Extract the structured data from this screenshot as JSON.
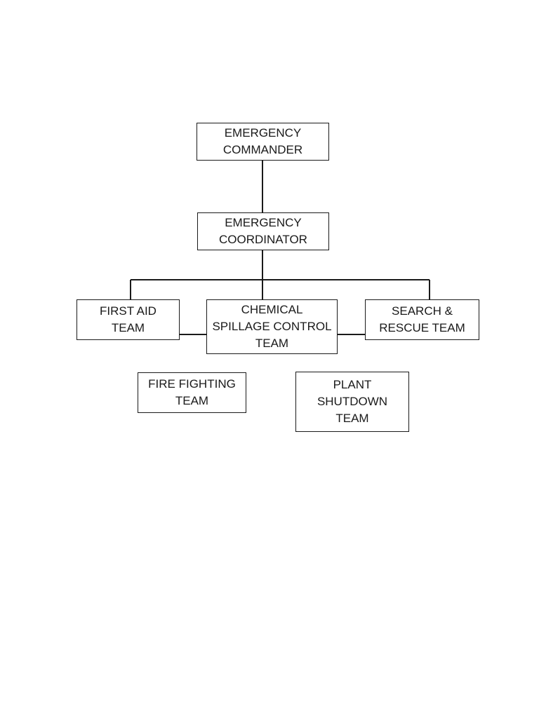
{
  "nodes": {
    "commander": "EMERGENCY\nCOMMANDER",
    "coordinator": "EMERGENCY\nCOORDINATOR",
    "first_aid": "FIRST AID\nTEAM",
    "chemical": "CHEMICAL\nSPILLAGE CONTROL\nTEAM",
    "search": "SEARCH &\nRESCUE TEAM",
    "fire": "FIRE FIGHTING\nTEAM",
    "plant": "PLANT\nSHUTDOWN\nTEAM"
  },
  "colors": {
    "line": "#1a1a1a",
    "box_border": "#1a1a1a",
    "background": "#ffffff"
  }
}
